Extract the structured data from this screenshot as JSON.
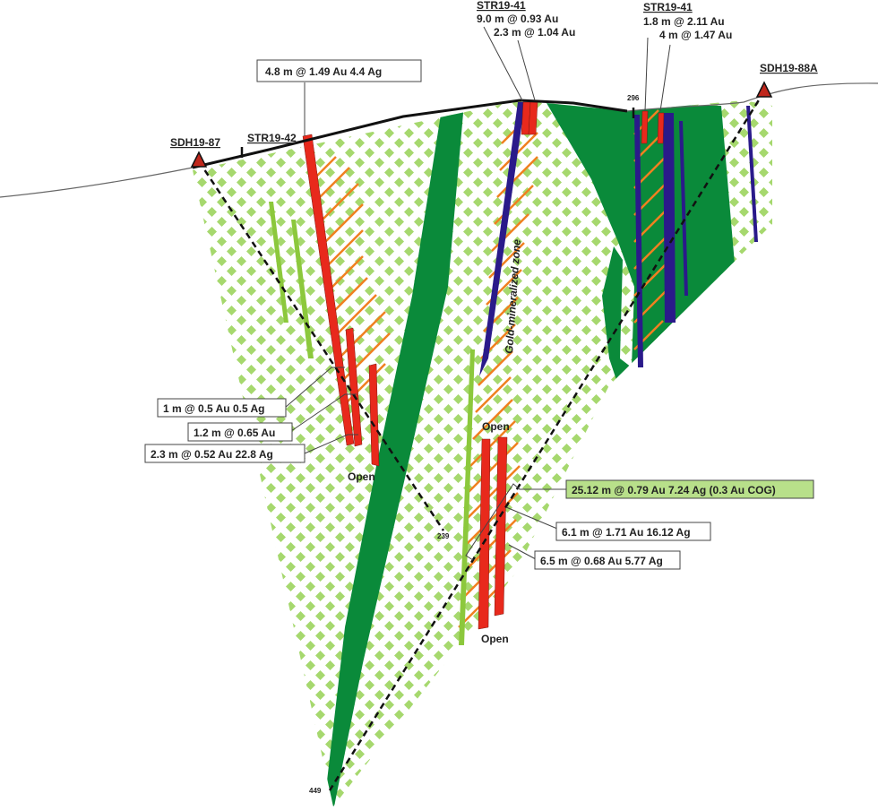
{
  "holes": {
    "sdh87": "SDH19-87",
    "sdh88a": "SDH19-88A",
    "str42": "STR19-42",
    "str41a": "STR19-41",
    "str41b": "STR19-41"
  },
  "depths": {
    "d296": "296",
    "d239": "239",
    "d449": "449"
  },
  "zone_label": "Gold-mineralized zone",
  "open_labels": [
    "Open",
    "Open",
    "Open"
  ],
  "intercepts": {
    "str42": "4.8 m @ 1.49 Au 4.4 Ag",
    "str41a_1": "9.0 m @ 0.93 Au",
    "str41a_2": "2.3 m @ 1.04 Au",
    "str41b_1": "1.8 m @ 2.11 Au",
    "str41b_2": "4 m @ 1.47 Au",
    "sdh87_1": "1 m @ 0.5 Au 0.5 Ag",
    "sdh87_2": "1.2 m @ 0.65 Au",
    "sdh87_3": "2.3 m @ 0.52 Au 22.8 Ag",
    "sdh88a_main": "25.12 m @ 0.79 Au 7.24 Ag (0.3 Au COG)",
    "sdh88a_1": "6.1 m @ 1.71 Au 16.12 Ag",
    "sdh88a_2": "6.5 m @ 0.68 Au 5.77 Ag"
  },
  "colors": {
    "dark_green": "#0a8a3a",
    "diamond_green": "#9ed36a",
    "vein_red": "#e8291c",
    "vein_blue": "#2a1a8a",
    "hatch_orange": "#f08020",
    "dyke_light_green": "#8cc83c",
    "highlight_box": "#b8e08a"
  }
}
